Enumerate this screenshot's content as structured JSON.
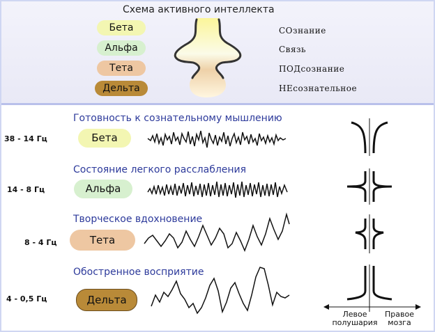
{
  "top": {
    "title": "Схема активного интеллекта",
    "waves": [
      {
        "label": "Бета",
        "color": "#f3f6b2"
      },
      {
        "label": "Альфа",
        "color": "#d7f0cf"
      },
      {
        "label": "Тета",
        "color": "#eec7a2"
      },
      {
        "label": "Дельта",
        "color": "#b98a38"
      }
    ],
    "levels": [
      "СОзнание",
      "Связь",
      "ПОДсознание",
      "НЕсознательное"
    ]
  },
  "rows": [
    {
      "title": "Готовность к сознательному мышлению",
      "freq": "38 - 14 Гц",
      "label": "Бета",
      "color": "#f3f6b2"
    },
    {
      "title": "Состояние легкого расслабления",
      "freq": "14 - 8 Гц",
      "label": "Альфа",
      "color": "#d7f0cf"
    },
    {
      "title": "Творческое вдохновение",
      "freq": "8 - 4 Гц",
      "label": "Тета",
      "color": "#eec7a2"
    },
    {
      "title": "Обостренное восприятие",
      "freq": "4 - 0,5 Гц",
      "label": "Дельта",
      "color": "#b98a38"
    }
  ],
  "axis": {
    "left": "Левое полушария",
    "right": "Правое мозга"
  }
}
